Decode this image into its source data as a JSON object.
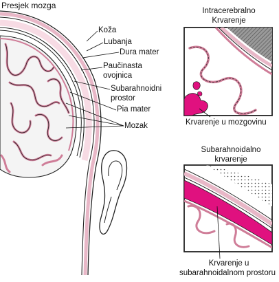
{
  "title": "Presjek mozga",
  "labels": {
    "koza": "Koža",
    "lubanja": "Lubanja",
    "dura": "Dura mater",
    "paucinasta_1": "Paučinasta",
    "paucinasta_2": "ovojnica",
    "subarah_1": "Subarahnoidni",
    "subarah_2": "prostor",
    "pia": "Pia mater",
    "mozak": "Mozak"
  },
  "inset_top": {
    "title_1": "Intracerebralno",
    "title_2": "Krvarenje",
    "caption": "Krvarenje u mozgovinu"
  },
  "inset_bottom": {
    "title_1": "Subarahnoidalno",
    "title_2": "krvarenje",
    "caption_1": "Krvarenje u",
    "caption_2": "subarahnoidalnom prostoru"
  },
  "colors": {
    "membrane_pink": "#e8b7c7",
    "hemorrhage_magenta": "#e0117f",
    "cortex_pink": "#cf7d98",
    "brain_gray": "#f4f4f4",
    "line": "#222222"
  }
}
